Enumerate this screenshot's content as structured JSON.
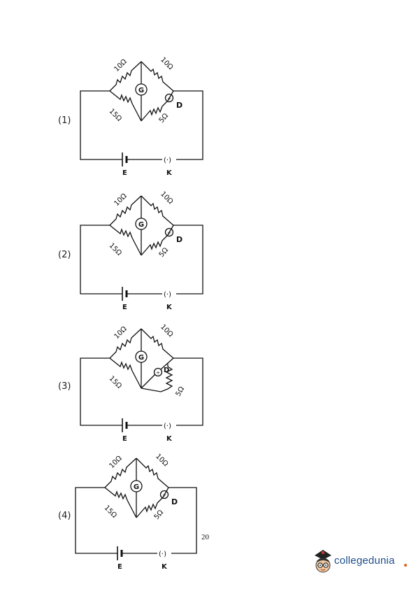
{
  "options": [
    {
      "label": "(1)",
      "r_top_left": "10Ω",
      "r_top_right": "10Ω",
      "r_bottom_left": "15Ω",
      "r_bottom_right": "5Ω",
      "galvanometer": "G",
      "point_d": "D",
      "battery": "E",
      "key": "K",
      "key_symbol": "(·)"
    },
    {
      "label": "(2)",
      "r_top_left": "10Ω",
      "r_top_right": "10Ω",
      "r_bottom_left": "15Ω",
      "r_bottom_right": "5Ω",
      "galvanometer": "G",
      "point_d": "D",
      "battery": "E",
      "key": "K",
      "key_symbol": "(·)"
    },
    {
      "label": "(3)",
      "r_top_left": "10Ω",
      "r_top_right": "10Ω",
      "r_bottom_left": "15Ω",
      "r_bottom_right": "5Ω",
      "galvanometer": "G",
      "point_d": "D",
      "battery": "E",
      "key": "K",
      "key_symbol": "(·)"
    },
    {
      "label": "(4)",
      "r_top_left": "10Ω",
      "r_top_right": "10Ω",
      "r_bottom_left": "15Ω",
      "r_bottom_right": "5Ω",
      "galvanometer": "G",
      "point_d": "D",
      "battery": "E",
      "key": "K",
      "key_symbol": "(·)"
    }
  ],
  "page_number": "20",
  "logo": {
    "text": "collegedunia"
  }
}
